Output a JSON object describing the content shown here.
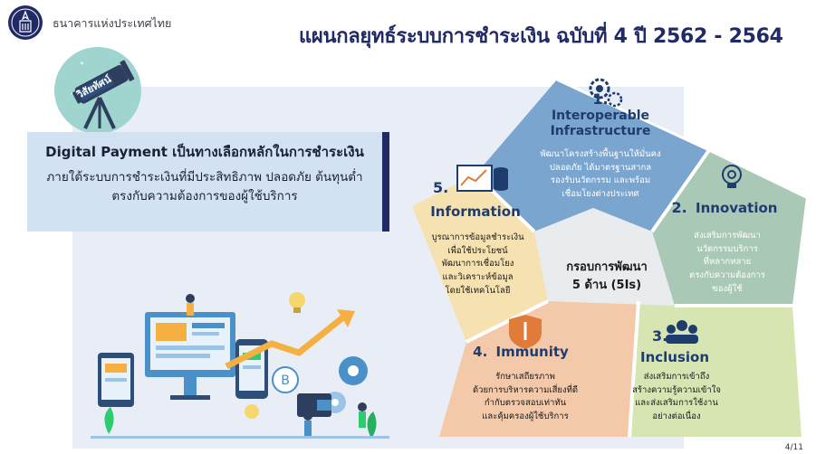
{
  "header": {
    "org_name": "ธนาคารแห่งประเทศไทย",
    "title": "แผนกลยุทธ์ระบบการชำระเงิน ฉบับที่ 4 ปี 2562 - 2564"
  },
  "vision": {
    "badge_label": "วิสัยทัศน์",
    "headline": "Digital Payment เป็นทางเลือกหลักในการชำระเงิน",
    "line1": "ภายใต้ระบบการชำระเงินที่มีประสิทธิภาพ ปลอดภัย ต้นทุนต่ำ",
    "line2": "ตรงกับความต้องการของผู้ใช้บริการ"
  },
  "framework": {
    "center_line1": "กรอบการพัฒนา",
    "center_line2": "5 ด้าน (5Is)",
    "segments": [
      {
        "number": "1.",
        "title_line1": "Interoperable",
        "title_line2": "Infrastructure",
        "desc": [
          "พัฒนาโครงสร้างพื้นฐานให้มั่นคง",
          "ปลอดภัย ได้มาตรฐานสากล",
          "รองรับนวัตกรรม และพร้อม",
          "เชื่อมโยงต่างประเทศ"
        ],
        "color": "#7aa5cf",
        "icon": "gears-icon"
      },
      {
        "number": "2.",
        "title": "Innovation",
        "desc": [
          "ส่งเสริมการพัฒนา",
          "นวัตกรรมบริการ",
          "ที่หลากหลาย",
          "ตรงกับความต้องการ",
          "ของผู้ใช้"
        ],
        "color": "#a9c8b6",
        "icon": "gear-bulb-icon"
      },
      {
        "number": "3.",
        "title": "Inclusion",
        "desc": [
          "ส่งเสริมการเข้าถึง",
          "สร้างความรู้ความเข้าใจ",
          "และส่งเสริมการใช้งาน",
          "อย่างต่อเนื่อง"
        ],
        "color": "#d7e5b3",
        "icon": "people-icon"
      },
      {
        "number": "4.",
        "title": "Immunity",
        "desc": [
          "รักษาเสถียรภาพ",
          "ด้วยการบริหารความเสี่ยงที่ดี",
          "กำกับตรวจสอบเท่าทัน",
          "และคุ้มครองผู้ใช้บริการ"
        ],
        "color": "#f3c9aa",
        "icon": "shield-icon"
      },
      {
        "number": "5.",
        "title": "Information",
        "desc": [
          "บูรณาการข้อมูลชำระเงิน",
          "เพื่อใช้ประโยชน์",
          "พัฒนาการเชื่อมโยง",
          "และวิเคราะห์ข้อมูล",
          "โดยใช้เทคโนโลยี"
        ],
        "color": "#f6e2b0",
        "icon": "chart-database-icon"
      }
    ]
  },
  "footer": {
    "page": "4/11"
  }
}
